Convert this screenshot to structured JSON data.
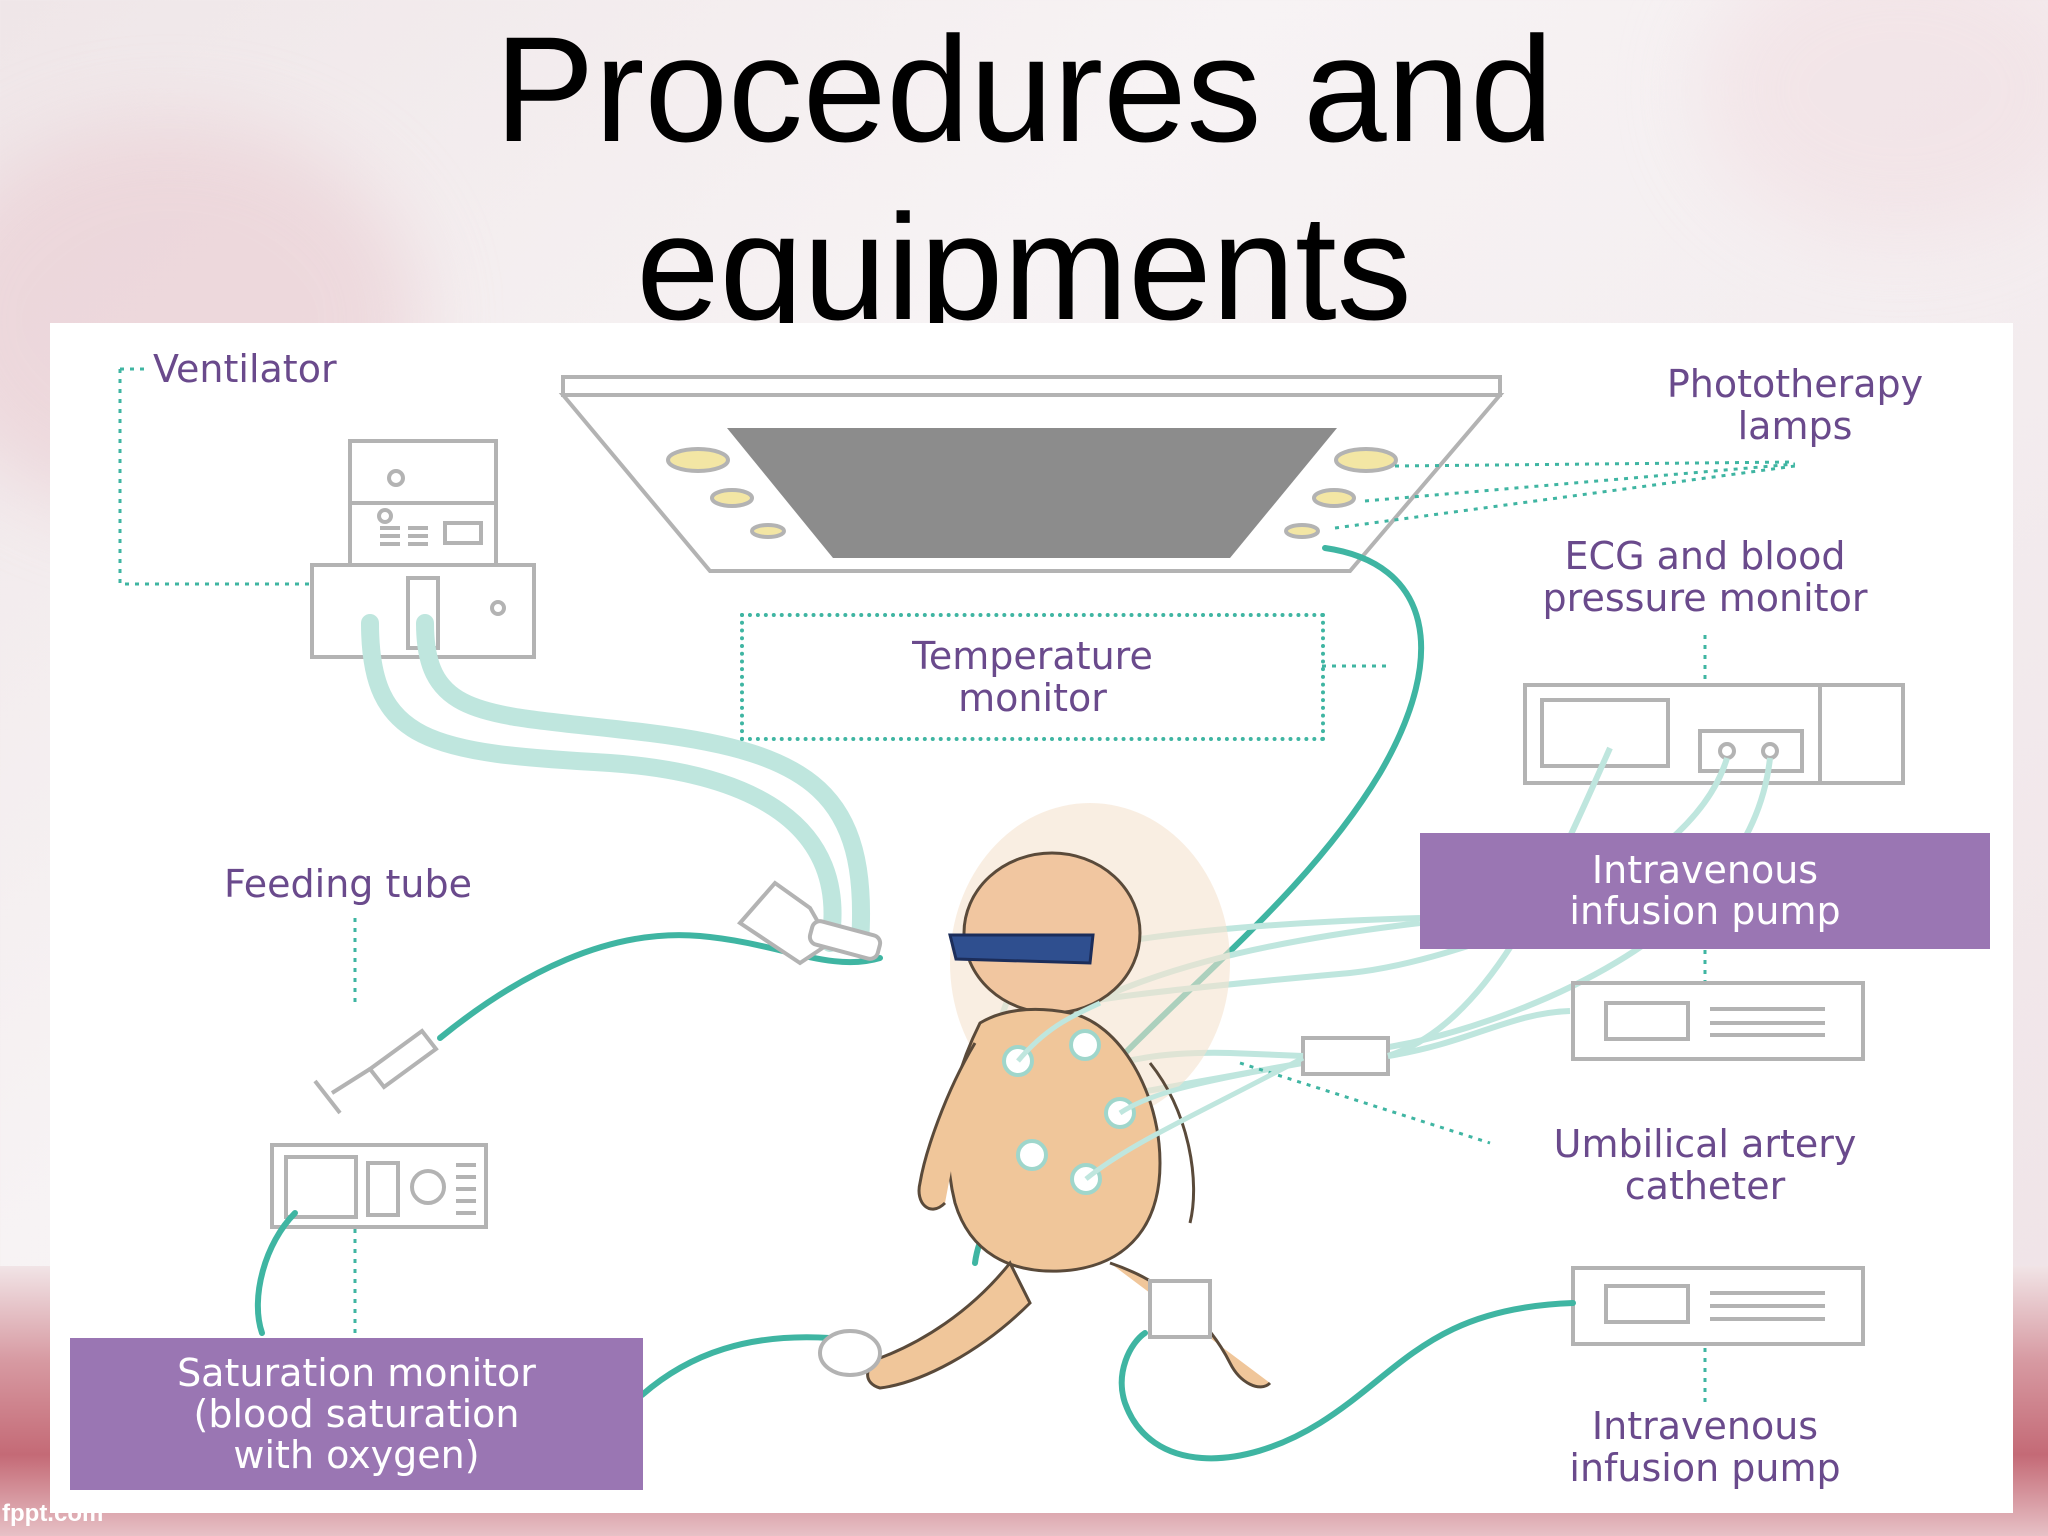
{
  "slide": {
    "title_line1": "Procedures and",
    "title_line2": "equipments"
  },
  "labels": {
    "ventilator": "Ventilator",
    "phototherapy_line1": "Phototherapy",
    "phototherapy_line2": "lamps",
    "ecg_line1": "ECG and blood",
    "ecg_line2": "pressure monitor",
    "temperature_line1": "Temperature",
    "temperature_line2": "monitor",
    "feeding_tube": "Feeding tube",
    "iv_pump_top_line1": "Intravenous",
    "iv_pump_top_line2": "infusion pump",
    "umbilical_line1": "Umbilical artery",
    "umbilical_line2": "catheter",
    "saturation_line1": "Saturation monitor",
    "saturation_line2": "(blood saturation",
    "saturation_line3": "with oxygen)",
    "iv_pump_bottom_line1": "Intravenous",
    "iv_pump_bottom_line2": "infusion pump"
  },
  "watermark": "fppt.com",
  "colors": {
    "label_text": "#6a4a8c",
    "box_fill": "#9a76b3",
    "tube_teal": "#3fb5a2",
    "tube_light": "#bfe6de",
    "device_outline": "#b3b3b3",
    "lamp_yellow": "#f3e6a4",
    "lamp_screen": "#8c8c8c"
  }
}
